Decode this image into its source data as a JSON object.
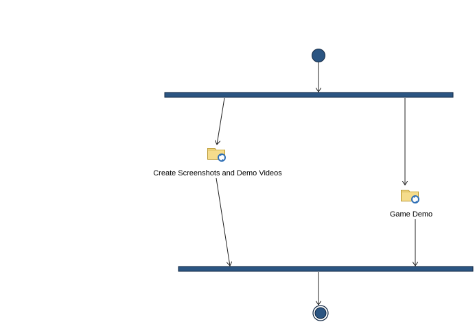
{
  "diagram": {
    "kind": "activity",
    "colors": {
      "node_fill": "#2b5582",
      "node_stroke": "#0f2540",
      "edge": "#202020",
      "folder_fill": "#f5dc8c",
      "folder_stroke": "#b8962f",
      "refresh_icon": "#2f6fb5"
    },
    "nodes": {
      "initial": {
        "type": "initial"
      },
      "fork": {
        "type": "fork"
      },
      "screenshots": {
        "type": "action",
        "icon": "folder-refresh-icon",
        "label": "Create Screenshots and Demo Videos"
      },
      "game_demo": {
        "type": "action",
        "icon": "folder-refresh-icon",
        "label": "Game Demo"
      },
      "join": {
        "type": "join"
      },
      "final": {
        "type": "final"
      }
    },
    "edges": [
      {
        "from": "initial",
        "to": "fork"
      },
      {
        "from": "fork",
        "to": "screenshots"
      },
      {
        "from": "fork",
        "to": "game_demo"
      },
      {
        "from": "screenshots",
        "to": "join"
      },
      {
        "from": "game_demo",
        "to": "join"
      },
      {
        "from": "join",
        "to": "final"
      }
    ]
  }
}
